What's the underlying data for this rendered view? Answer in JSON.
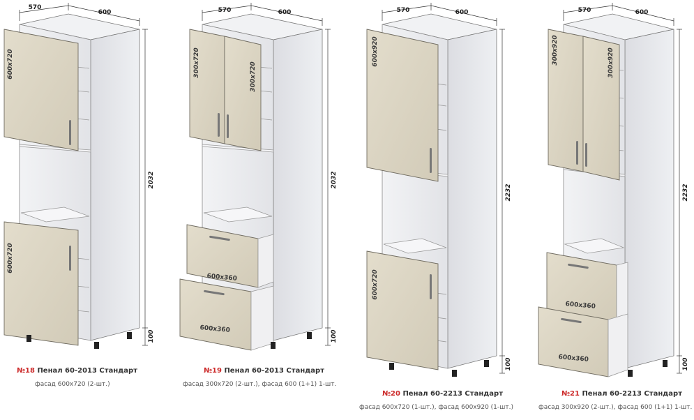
{
  "colors": {
    "facade": "#ddd7c6",
    "facade_edge": "#7f7b70",
    "carcass": "#e7e8ec",
    "carcass_dark": "#c8c9ce",
    "number": "#cc2a2a"
  },
  "cabinets": [
    {
      "num": "№18",
      "title": "Пенал 60-2013 Стандарт",
      "subtitle": "фасад 600х720 (2-шт.)",
      "dims": {
        "depth": "570",
        "width": "600",
        "height": "2032",
        "leg": "100"
      },
      "facades": [
        "600х720",
        "600х720"
      ]
    },
    {
      "num": "№19",
      "title": "Пенал 60-2013 Стандарт",
      "subtitle": "фасад 300х720 (2-шт.), фасад 600 (1+1) 1-шт.",
      "dims": {
        "depth": "570",
        "width": "600",
        "height": "2032",
        "leg": "100"
      },
      "facades": [
        "300x720",
        "300x720",
        "600x360",
        "600x360"
      ]
    },
    {
      "num": "№20",
      "title": "Пенал 60-2213 Стандарт",
      "subtitle": "фасад 600х720 (1-шт.), фасад 600х920 (1-шт.)",
      "dims": {
        "depth": "570",
        "width": "600",
        "height": "2232",
        "leg": "100"
      },
      "facades": [
        "600x920",
        "600x720"
      ]
    },
    {
      "num": "№21",
      "title": "Пенал 60-2213 Стандарт",
      "subtitle": "фасад 300х920 (2-шт.), фасад 600 (1+1) 1-шт.",
      "dims": {
        "depth": "570",
        "width": "600",
        "height": "2232",
        "leg": "100"
      },
      "facades": [
        "300x920",
        "300x920",
        "600x360",
        "600x360"
      ]
    }
  ]
}
